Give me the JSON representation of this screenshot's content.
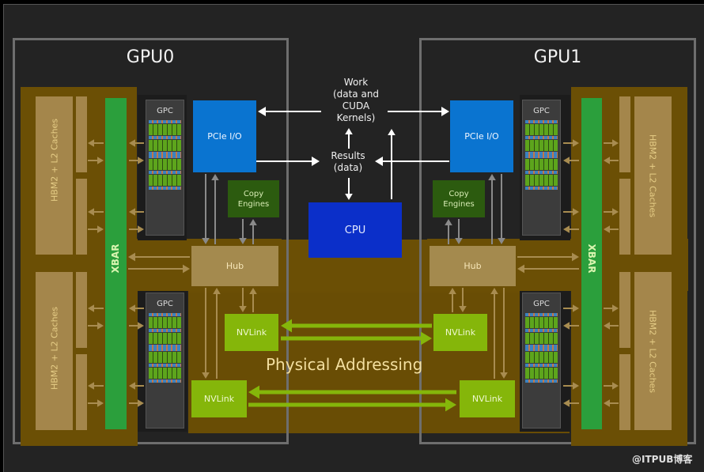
{
  "diagram": {
    "gpus": [
      {
        "title": "GPU0",
        "hbm_label": "HBM2 + L2 Caches",
        "xbar_label": "XBAR",
        "gpc_label": "GPC",
        "pcie_label": "PCIe I/O",
        "copy_label_1": "Copy",
        "copy_label_2": "Engines",
        "hub_label": "Hub",
        "nvlink_labels": [
          "NVLink",
          "NVLink"
        ]
      },
      {
        "title": "GPU1",
        "hbm_label": "HBM2 + L2 Caches",
        "xbar_label": "XBAR",
        "gpc_label": "GPC",
        "pcie_label": "PCIe I/O",
        "copy_label_1": "Copy",
        "copy_label_2": "Engines",
        "hub_label": "Hub",
        "nvlink_labels": [
          "NVLink",
          "NVLink"
        ]
      }
    ],
    "work_label": [
      "Work",
      "(data and",
      "CUDA",
      "Kernels)"
    ],
    "results_label": [
      "Results",
      "(data)"
    ],
    "cpu_label": "CPU",
    "physical_addressing_label": "Physical Addressing",
    "watermark": "@ITPUB博客",
    "colors": {
      "background": "#232323",
      "gold_region": "#6b4f05",
      "hbm": "#a4864b",
      "xbar": "#2b9f3c",
      "pcie": "#0a74d0",
      "copy_engines": "#2c5b0f",
      "hub": "#a48a4e",
      "nvlink": "#85b60a",
      "cpu": "#0b2fc9"
    }
  }
}
